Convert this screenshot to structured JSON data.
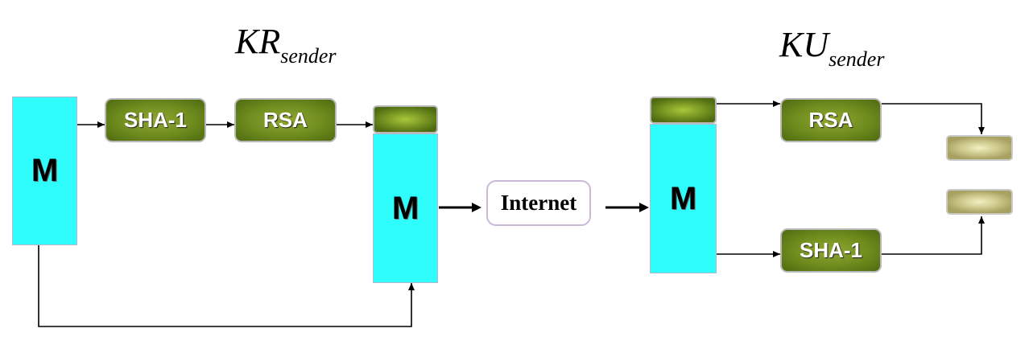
{
  "sender": {
    "key_main": "KR",
    "key_sub": "sender",
    "message_label": "M",
    "hash_label": "SHA-1",
    "encrypt_label": "RSA",
    "signed_message_label": "M"
  },
  "network": {
    "label": "Internet"
  },
  "receiver": {
    "key_main": "KU",
    "key_sub": "sender",
    "message_label": "M",
    "decrypt_label": "RSA",
    "hash_label": "SHA-1"
  },
  "colors": {
    "message": "#2ffdfc",
    "process_box": "#6e8b1e",
    "compare_box": "#c9c486",
    "arrow": "#000000"
  }
}
